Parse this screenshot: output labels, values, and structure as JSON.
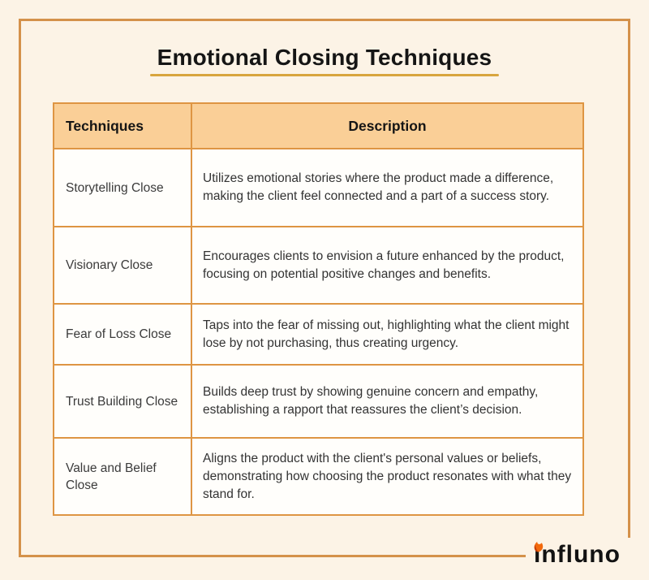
{
  "page": {
    "title": "Emotional Closing Techniques"
  },
  "table": {
    "headers": [
      "Techniques",
      "Description"
    ],
    "rows": [
      {
        "technique": "Storytelling Close",
        "description": "Utilizes emotional stories where the product made a difference, making the client feel connected and a part of a success story."
      },
      {
        "technique": "Visionary Close",
        "description": "Encourages clients to envision a future enhanced by the product, focusing on potential positive changes and benefits."
      },
      {
        "technique": "Fear of Loss Close",
        "description": "Taps into the fear of missing out, highlighting what the client might lose by not purchasing, thus creating urgency."
      },
      {
        "technique": "Trust Building Close",
        "description": "Builds deep trust by showing genuine concern and empathy, establishing a rapport that reassures the client’s decision."
      },
      {
        "technique": "Value and Belief Close",
        "description": "Aligns the product with the client's personal values or beliefs, demonstrating how choosing the product resonates with what they stand for."
      }
    ]
  },
  "logo": {
    "text": "influno",
    "icon": "flame-icon"
  },
  "colors": {
    "background": "#FCF3E6",
    "frame_border": "#D4914A",
    "table_border": "#DE9543",
    "header_fill": "#FACF97",
    "title_underline": "#D8A53E",
    "cell_background": "#FFFEFB",
    "flame_orange": "#F2690D",
    "flame_dark": "#C0390B",
    "text_dark": "#151515",
    "text_body": "#333333"
  }
}
